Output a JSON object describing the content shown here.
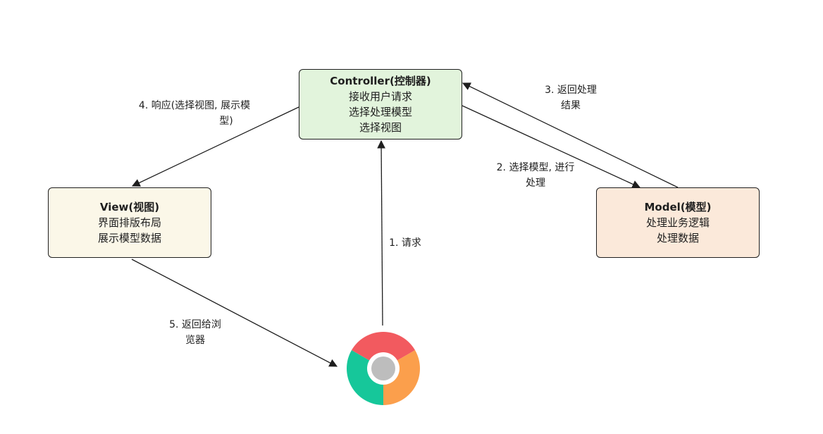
{
  "nodes": {
    "controller": {
      "title": "Controller(控制器)",
      "lines": [
        "接收用户请求",
        "选择处理模型",
        "选择视图"
      ],
      "fill": "#e2f4dc"
    },
    "view": {
      "title": "View(视图)",
      "lines": [
        "界面排版布局",
        "展示模型数据"
      ],
      "fill": "#fbf7e8"
    },
    "model": {
      "title": "Model(模型)",
      "lines": [
        "处理业务逻辑",
        "处理数据"
      ],
      "fill": "#fbe9da"
    }
  },
  "edges": {
    "request": {
      "label": [
        "1. 请求"
      ]
    },
    "select_model": {
      "label": [
        "2. 选择模型, 进行",
        "处理"
      ]
    },
    "return_result": {
      "label": [
        "3. 返回处理",
        "结果"
      ]
    },
    "respond": {
      "label": [
        "4. 响应(选择视图, 展示模",
        "型)"
      ]
    },
    "return_browser": {
      "label": [
        "5. 返回给浏",
        "览器"
      ]
    }
  },
  "browser": {
    "icon": "chrome-browser-icon",
    "colors": {
      "red": "#f25a5f",
      "green": "#16c79a",
      "orange": "#fb9f4c",
      "center": "#bdbdbd"
    }
  }
}
